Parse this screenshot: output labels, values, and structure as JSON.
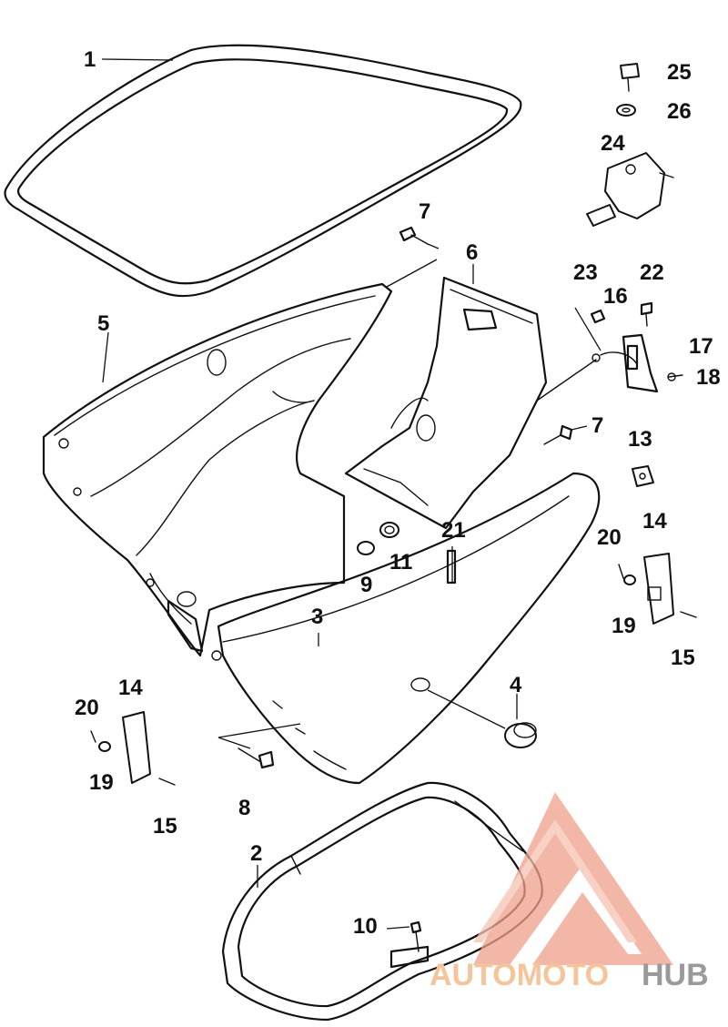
{
  "callouts": {
    "c1": "1",
    "c2": "2",
    "c3": "3",
    "c4": "4",
    "c5": "5",
    "c6": "6",
    "c7a": "7",
    "c7b": "7",
    "c8": "8",
    "c9": "9",
    "c10": "10",
    "c11": "11",
    "c13": "13",
    "c14a": "14",
    "c14b": "14",
    "c15a": "15",
    "c15b": "15",
    "c16": "16",
    "c17": "17",
    "c18": "18",
    "c19a": "19",
    "c19b": "19",
    "c20a": "20",
    "c20b": "20",
    "c21": "21",
    "c22": "22",
    "c23": "23",
    "c24": "24",
    "c25": "25",
    "c26": "26"
  },
  "watermark": {
    "word_part1": "AUTOMOTO",
    "word_part2": "HUB",
    "color_primary": "#f0a08a",
    "color_word1": "#f5c49a",
    "color_word2": "#9a9a9a"
  }
}
